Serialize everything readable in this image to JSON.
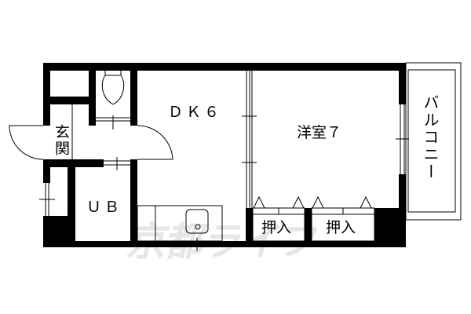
{
  "rooms": {
    "dk": "ＤＫ６",
    "western_room": "洋室７",
    "entrance": "玄関",
    "unit_bath": "ＵＢ",
    "closet_1": "押入",
    "closet_2": "押入",
    "balcony": "バルコニー"
  },
  "watermark": "京都ライフ",
  "colors": {
    "wall": "#000000",
    "background": "#ffffff",
    "watermark": "#c8c8c8"
  }
}
